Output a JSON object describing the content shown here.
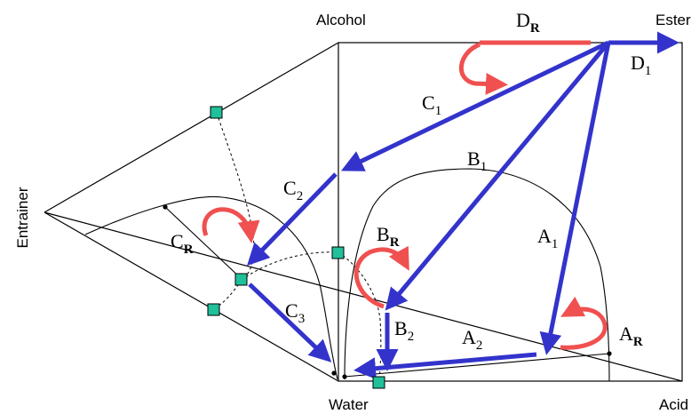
{
  "vertices": {
    "alcohol": "Alcohol",
    "ester": "Ester",
    "entrainer": "Entrainer",
    "water": "Water",
    "acid": "Acid"
  },
  "paths": {
    "A": {
      "one": "1",
      "two": "2",
      "reflux": "R",
      "letter": "A"
    },
    "B": {
      "one": "1",
      "two": "2",
      "reflux": "R",
      "letter": "B"
    },
    "C": {
      "one": "1",
      "two": "2",
      "three": "3",
      "reflux": "R",
      "letter": "C"
    },
    "D": {
      "one": "1",
      "reflux": "R",
      "letter": "D"
    }
  },
  "colors": {
    "arrow_blue": "#3333cc",
    "reflux_red": "#f05050",
    "marker_green": "#20c09a"
  }
}
